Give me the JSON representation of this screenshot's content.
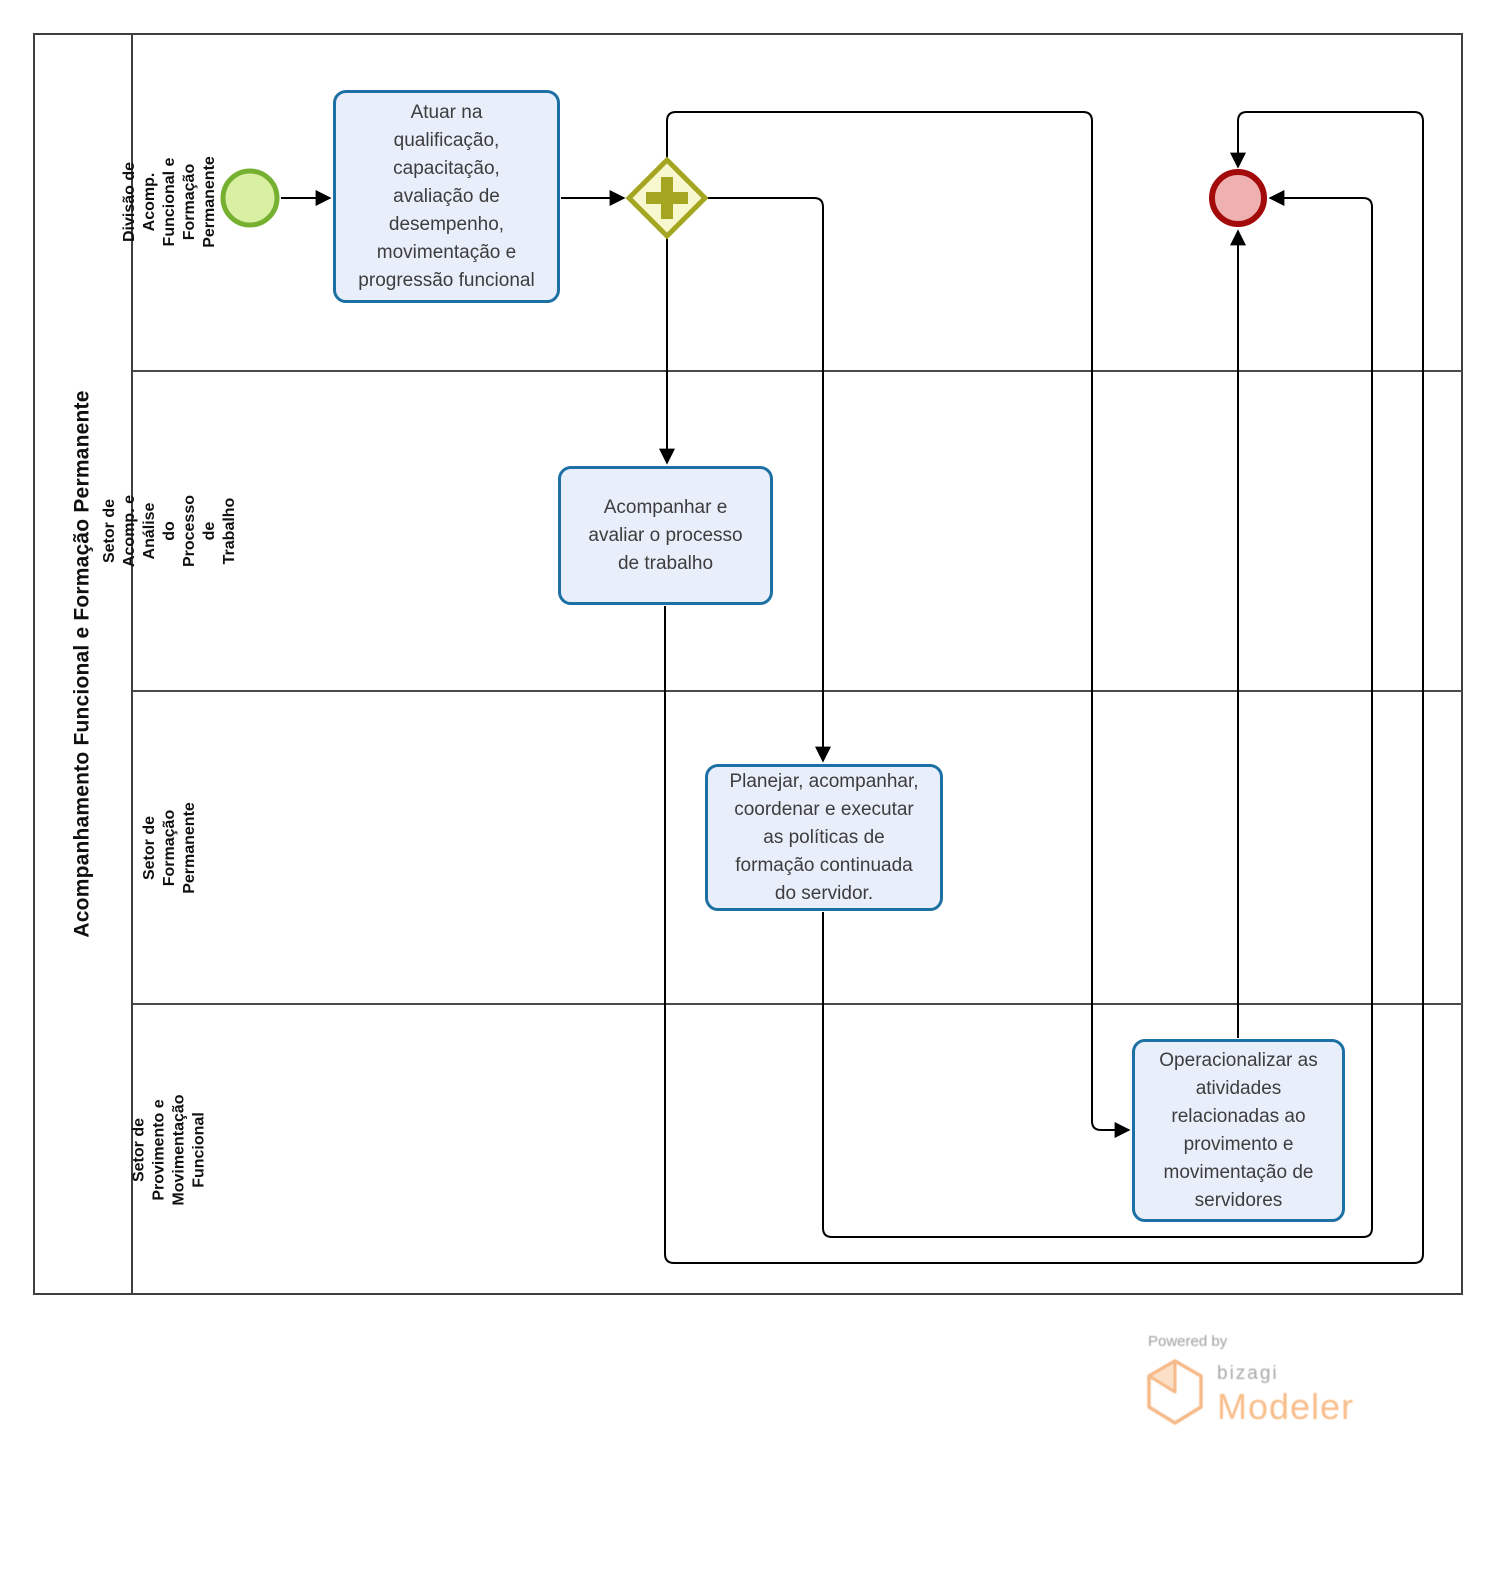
{
  "pool": {
    "title": "Acompanhamento Funcional e Formação Permanente"
  },
  "lanes": [
    {
      "label": "Divisão de Acomp. Funcional e\nFormação Permanente"
    },
    {
      "label": "Setor de Acomp. e Análise do\nProcesso de Trabalho"
    },
    {
      "label": "Setor de Formação\nPermanente"
    },
    {
      "label": "Setor de Provimento e\nMovimentação Funcional"
    }
  ],
  "tasks": [
    {
      "text": "Atuar na\nqualificação,\ncapacitação,\navaliação de\ndesempenho,\nmovimentação e\nprogressão funcional"
    },
    {
      "text": "Acompanhar e\navaliar o processo\nde trabalho"
    },
    {
      "text": "Planejar, acompanhar,\ncoordenar e executar\nas políticas de\nformação continuada\ndo servidor."
    },
    {
      "text": "Operacionalizar as\natividades\nrelacionadas ao\nprovimento e\nmovimentação de\nservidores"
    }
  ],
  "nodes": {
    "start_event": "start-event-circle",
    "gateway": "parallel-gateway-plus",
    "end_event": "end-event-circle"
  },
  "branding": {
    "powered_by": "Powered by",
    "brand": "bizagi",
    "product": "Modeler"
  },
  "colors": {
    "task_fill": "#e9eefb",
    "task_border": "#1d70a3",
    "start_fill": "#d9efa2",
    "start_border": "#76b030",
    "gateway_fill": "#f8f8cf",
    "gateway_border": "#a4a621",
    "end_fill": "#eeb0b0",
    "end_border": "#a30b0b",
    "flow_line": "#000000",
    "pool_border": "#3f3f3f",
    "brand_orange": "#f8bd8a",
    "brand_gray": "#a8a8a8"
  }
}
